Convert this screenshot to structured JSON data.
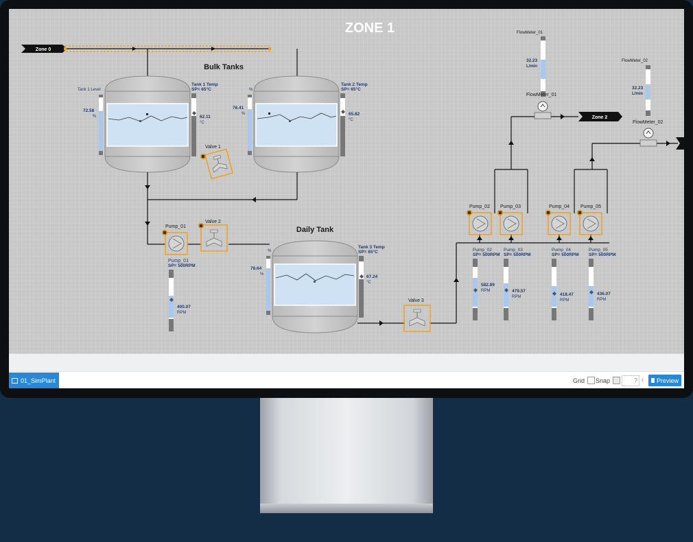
{
  "zone_title": "ZONE 1",
  "zone0_label": "Zone 0",
  "zone2_label": "Zone 2",
  "bulk_tanks_title": "Bulk Tanks",
  "daily_tank_title": "Daily Tank",
  "tank1": {
    "level_label": "Tank 1 Level",
    "level_value": "72.58",
    "level_unit": "%",
    "level_fraction": 0.73,
    "temp_label": "Tank 1 Temp",
    "sp_label": "SP= 65°C",
    "temp_value": "62.11",
    "temp_unit": "°C"
  },
  "tank2": {
    "level_label": "%",
    "level_value": "76.41",
    "level_unit": "%",
    "level_fraction": 0.76,
    "temp_label": "Tank 2 Temp",
    "sp_label": "SP= 65°C",
    "temp_value": "65.82",
    "temp_unit": "°C"
  },
  "tank3": {
    "level_label": "%",
    "level_value": "78.64",
    "level_unit": "%",
    "level_fraction": 0.79,
    "temp_label": "Tank 3 Temp",
    "sp_label": "SP= 65°C",
    "temp_value": "67.24",
    "temp_unit": "°C"
  },
  "valves": {
    "v1": "Valve 1",
    "v2": "Valve 2",
    "v3": "Valve 3"
  },
  "pump01": {
    "name": "Pump_01",
    "tag": "Pump_01",
    "sp": "SP= 500RPM",
    "value": "400.07",
    "unit": "RPM"
  },
  "pump02": {
    "name": "Pump_02",
    "tag": "Pump_02",
    "sp": "SP= 500RPM",
    "value": "582.89",
    "unit": "RPM"
  },
  "pump03": {
    "name": "Pump_03",
    "tag": "Pump_03",
    "sp": "SP= 500RPM",
    "value": "479.57",
    "unit": "RPM"
  },
  "pump04": {
    "name": "Pump_04",
    "tag": "Pump_04",
    "sp": "SP= 500RPM",
    "value": "418.47",
    "unit": "RPM"
  },
  "pump05": {
    "name": "Pump_05",
    "tag": "Pump_05",
    "sp": "SP= 500RPM",
    "value": "436.07",
    "unit": "RPM"
  },
  "flowmeter01": {
    "name": "FlowMeter_01",
    "value": "32.23",
    "unit": "L/min"
  },
  "flowmeter02": {
    "name": "FlowMeter_02",
    "value": "32.23",
    "unit": "L/min"
  },
  "tab_label": "01_SimPlant",
  "controls": {
    "grid": "Grid",
    "snap": "Snap",
    "number": "?",
    "preview": "Preview"
  },
  "colors": {
    "accent": "#2a87d6",
    "selection": "#f0a020",
    "text_blue": "#1e3a6e",
    "liquid": "#cfe2f3"
  }
}
